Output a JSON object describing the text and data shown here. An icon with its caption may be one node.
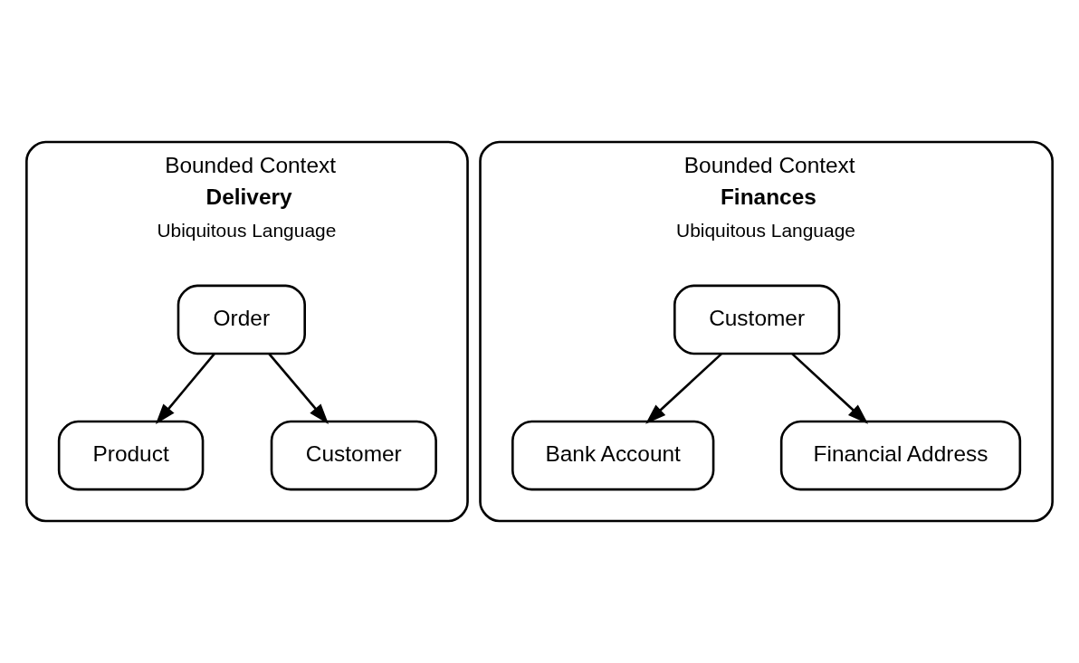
{
  "diagram": {
    "nodes": [
      {
        "text": [
          "Bounded Context",
          "Delivery",
          "Ubiquitous Language"
        ]
      },
      {
        "text": [
          "Order"
        ],
        "in": 0
      },
      {
        "text": [
          "Product"
        ],
        "in": 0
      },
      {
        "text": [
          "Customer"
        ],
        "in": 0
      },
      {
        "text": [
          "Bounded Context",
          "Finances",
          "Ubiquitous Language"
        ]
      },
      {
        "text": [
          "Customer"
        ],
        "in": 4
      },
      {
        "text": [
          "Bank Account"
        ],
        "in": 4
      },
      {
        "text": [
          "Financial Address"
        ],
        "in": 4
      }
    ],
    "edges": [
      {
        "from": 1,
        "to": 2,
        "arrow": "to"
      },
      {
        "from": 1,
        "to": 3,
        "arrow": "to"
      },
      {
        "from": 5,
        "to": 6,
        "arrow": "to"
      },
      {
        "from": 5,
        "to": 7,
        "arrow": "to"
      }
    ]
  }
}
